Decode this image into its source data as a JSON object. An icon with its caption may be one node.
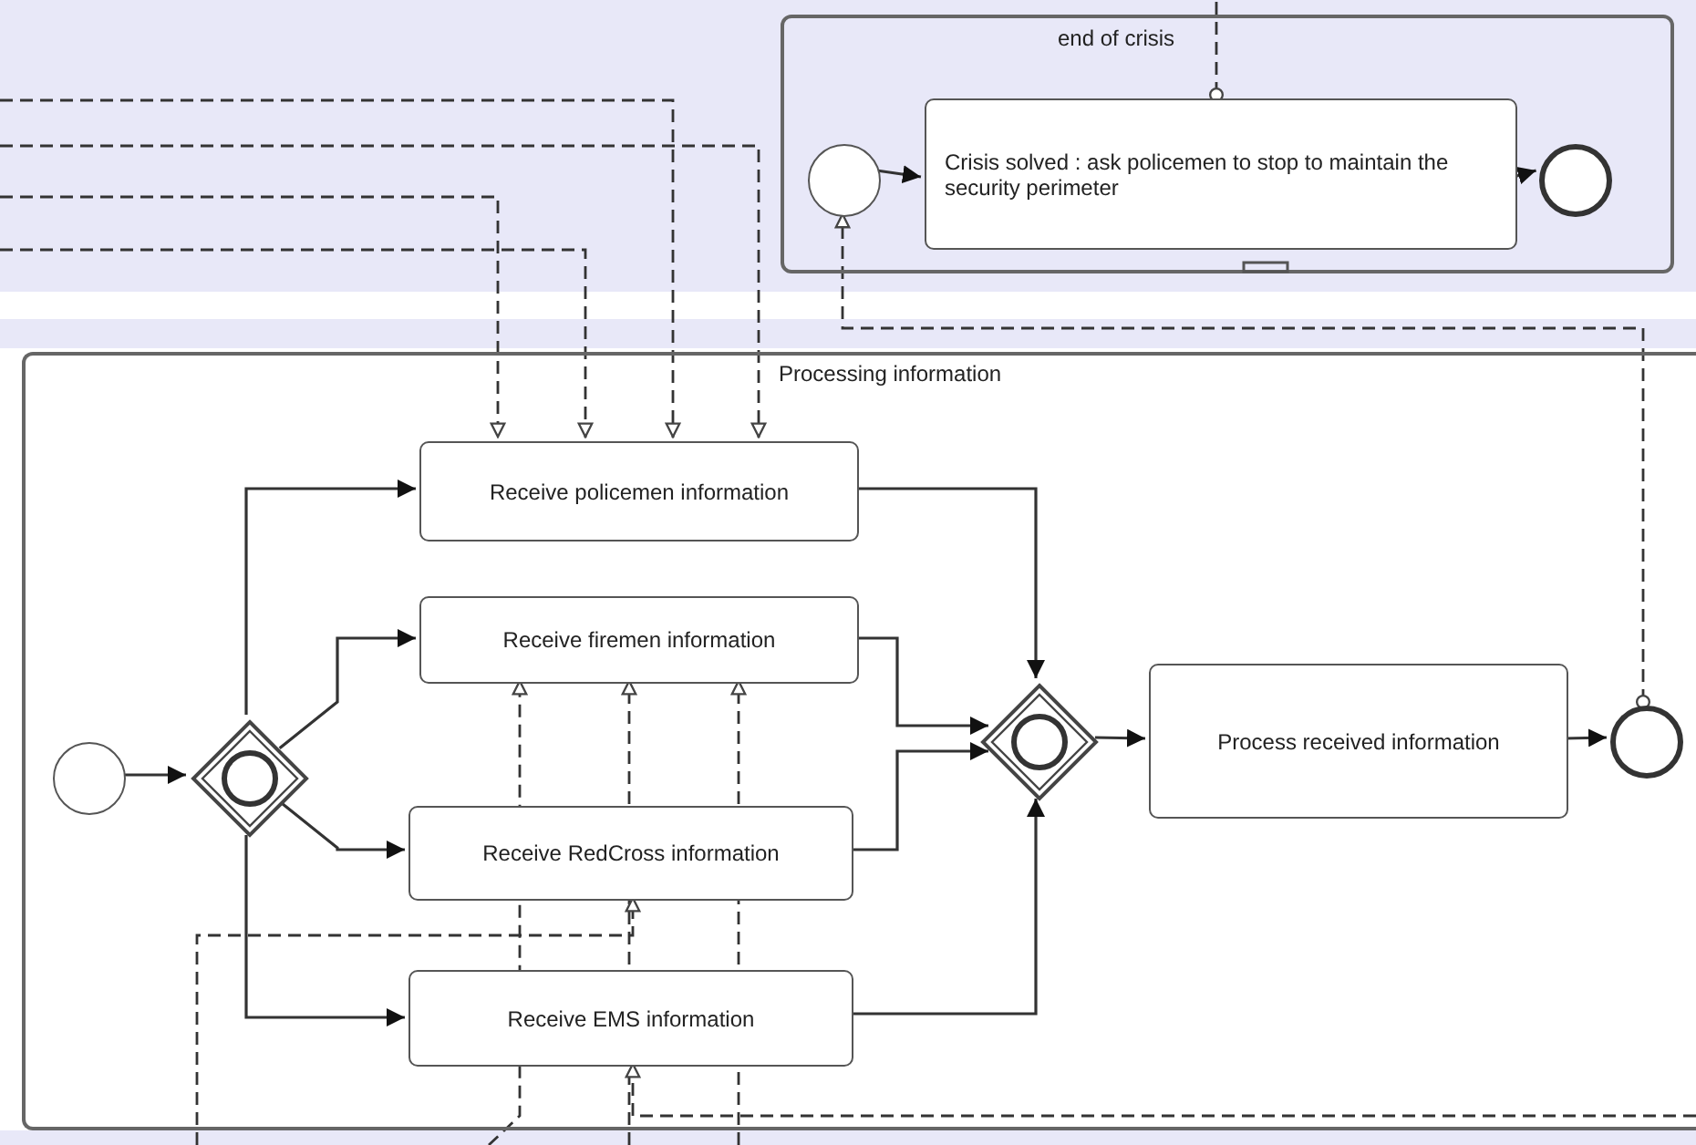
{
  "diagram": {
    "nodes": [
      {
        "text": [
          "end of crisis"
        ]
      },
      {
        "text": [],
        "shape": "circle",
        "in": 0
      },
      {
        "text": [
          "Crisis solved : ask policemen to stop to maintain the security perimeter"
        ],
        "in": 0
      },
      {
        "text": [],
        "shape": "circle",
        "in": 0
      },
      {
        "text": [
          "Processing information"
        ]
      },
      {
        "text": [],
        "shape": "circle",
        "in": 4
      },
      {
        "text": [],
        "shape": "diamond",
        "in": 4
      },
      {
        "text": [
          "Receive policemen information"
        ],
        "in": 4
      },
      {
        "text": [
          "Receive firemen information"
        ],
        "in": 4
      },
      {
        "text": [
          "Receive RedCross information"
        ],
        "in": 4
      },
      {
        "text": [
          "Receive EMS information"
        ],
        "in": 4
      },
      {
        "text": [],
        "shape": "diamond",
        "in": 4
      },
      {
        "text": [
          "Process received information"
        ],
        "in": 4
      },
      {
        "text": [],
        "shape": "circle",
        "in": 4
      }
    ],
    "edges": [
      {
        "from": 1,
        "to": 2,
        "arrow": "to"
      },
      {
        "from": 2,
        "to": 3,
        "arrow": "to"
      },
      {
        "from": 2,
        "to": null,
        "arrow": "other",
        "style": "dashed"
      },
      {
        "from": 13,
        "to": 1,
        "arrow": "to",
        "style": "dashed"
      },
      {
        "from": 5,
        "to": 6,
        "arrow": "to"
      },
      {
        "from": 6,
        "to": 7,
        "arrow": "to"
      },
      {
        "from": 6,
        "to": 8,
        "arrow": "to"
      },
      {
        "from": 6,
        "to": 9,
        "arrow": "to"
      },
      {
        "from": 6,
        "to": 10,
        "arrow": "to"
      },
      {
        "from": 7,
        "to": 11,
        "arrow": "to"
      },
      {
        "from": 8,
        "to": 11,
        "arrow": "to"
      },
      {
        "from": 9,
        "to": 11,
        "arrow": "to"
      },
      {
        "from": 10,
        "to": 11,
        "arrow": "to"
      },
      {
        "from": 11,
        "to": 12,
        "arrow": "to"
      },
      {
        "from": 12,
        "to": 13,
        "arrow": "to"
      },
      {
        "from": null,
        "to": 7,
        "arrow": "to",
        "style": "dashed"
      },
      {
        "from": null,
        "to": 7,
        "arrow": "to",
        "style": "dashed"
      },
      {
        "from": null,
        "to": 7,
        "arrow": "to",
        "style": "dashed"
      },
      {
        "from": null,
        "to": 7,
        "arrow": "to",
        "style": "dashed"
      },
      {
        "from": null,
        "to": 8,
        "arrow": "to",
        "style": "dashed"
      },
      {
        "from": null,
        "to": 8,
        "arrow": "to",
        "style": "dashed"
      },
      {
        "from": null,
        "to": 8,
        "arrow": "to",
        "style": "dashed"
      },
      {
        "from": null,
        "to": 9,
        "arrow": "to",
        "style": "dashed"
      },
      {
        "from": null,
        "to": 10,
        "arrow": "to",
        "style": "dashed"
      }
    ]
  }
}
